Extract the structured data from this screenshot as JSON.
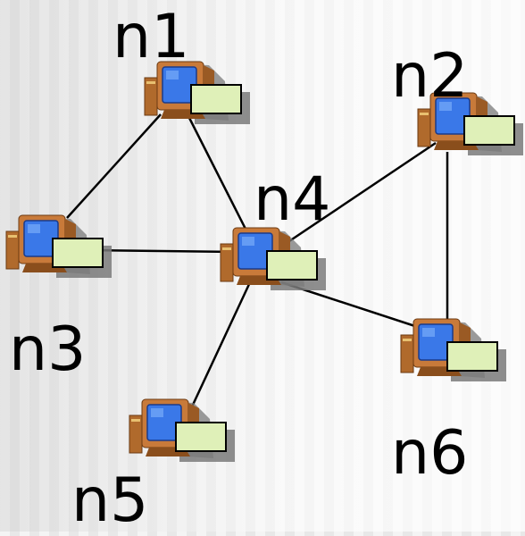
{
  "nodes": [
    {
      "id": "n1",
      "label": "n1"
    },
    {
      "id": "n2",
      "label": "n2"
    },
    {
      "id": "n3",
      "label": "n3"
    },
    {
      "id": "n4",
      "label": "n4"
    },
    {
      "id": "n5",
      "label": "n5"
    },
    {
      "id": "n6",
      "label": "n6"
    }
  ],
  "edges": [
    {
      "from": "n1",
      "to": "n3"
    },
    {
      "from": "n1",
      "to": "n4"
    },
    {
      "from": "n3",
      "to": "n4"
    },
    {
      "from": "n2",
      "to": "n4"
    },
    {
      "from": "n2",
      "to": "n6"
    },
    {
      "from": "n4",
      "to": "n6"
    },
    {
      "from": "n4",
      "to": "n5"
    }
  ],
  "colors": {
    "monitor_body": "#c87a3a",
    "screen": "#3a78e8",
    "card_fill": "#dff0b8",
    "card_border": "#000000",
    "shadow": "#7a7a7a",
    "edge": "#000000"
  },
  "icon": "computer-with-card-icon"
}
